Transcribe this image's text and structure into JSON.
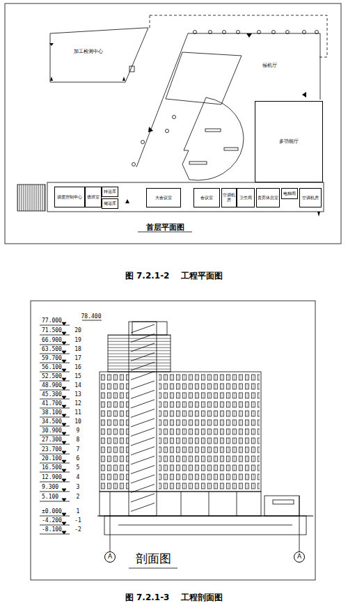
{
  "diagram": {
    "nodes": [
      {
        "text": [
          "加工检测中心"
        ]
      },
      {
        "text": [
          "候机厅"
        ]
      },
      {
        "text": [
          "多功能厅"
        ]
      },
      {
        "text": [
          "调度控制中心"
        ]
      },
      {
        "text": [
          "值班室"
        ]
      },
      {
        "text": [
          "转运库"
        ]
      },
      {
        "text": [
          "储运库"
        ]
      },
      {
        "text": [
          "大会议室"
        ]
      },
      {
        "text": [
          "会议室"
        ]
      },
      {
        "text": [
          "空调机房"
        ]
      },
      {
        "text": [
          "卫生间"
        ]
      },
      {
        "text": [
          "贵宾休息室"
        ]
      },
      {
        "text": [
          "电梯间"
        ]
      },
      {
        "text": [
          "空调机房"
        ]
      },
      {
        "text": [
          "A"
        ]
      },
      {
        "text": [
          "A"
        ]
      }
    ],
    "labels": [
      "首层平面图",
      "图 7.2.1-2    工程平面图",
      "78.400",
      "77.000",
      "71.500",
      "66.900",
      "63.500",
      "59.700",
      "56.100",
      "52.500",
      "48.900",
      "45.300",
      "41.700",
      "38.100",
      "34.500",
      "30.900",
      "27.300",
      "23.700",
      "20.100",
      "16.500",
      "12.900",
      "9.300",
      "5.100",
      "±0.000",
      "-4.200",
      "-8.100",
      "20",
      "19",
      "18",
      "17",
      "16",
      "15",
      "14",
      "13",
      "12",
      "11",
      "10",
      "9",
      "8",
      "7",
      "6",
      "5",
      "4",
      "3",
      "2",
      "1",
      "-1",
      "-2",
      "剖面图",
      "图 7.2.1-3    工程剖面图"
    ]
  }
}
